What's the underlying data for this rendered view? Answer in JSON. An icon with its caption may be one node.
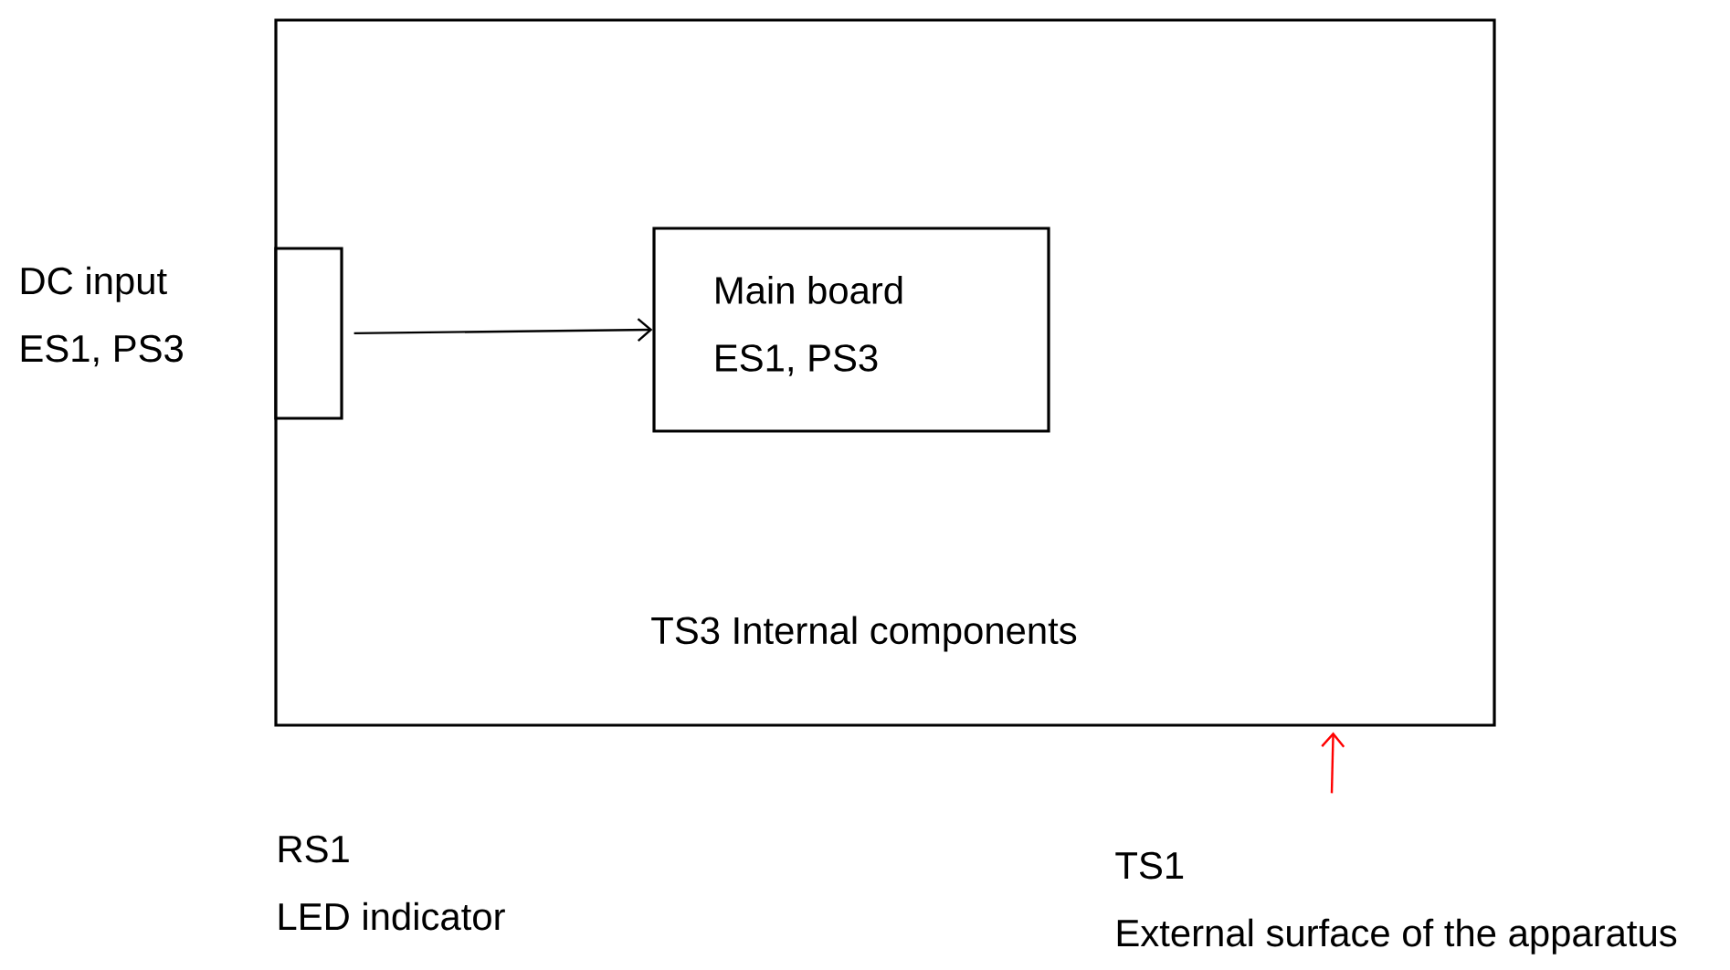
{
  "diagram": {
    "nodes": [
      {
        "text": [
          "TS3 Internal components"
        ]
      },
      {
        "text": [],
        "shape": "box",
        "beside": [
          "DC input",
          "ES1, PS3"
        ],
        "in": 0
      },
      {
        "text": [
          "Main board",
          "ES1, PS3"
        ],
        "in": 0
      },
      {
        "text": [
          "TS1",
          "External surface of the apparatus"
        ]
      }
    ],
    "edges": [
      {
        "from": 1,
        "to": 2,
        "arrow": "to"
      },
      {
        "from": 3,
        "to": 0,
        "arrow": "to",
        "color": "#ff0000"
      }
    ],
    "labels": [
      "RS1",
      "LED indicator"
    ]
  }
}
